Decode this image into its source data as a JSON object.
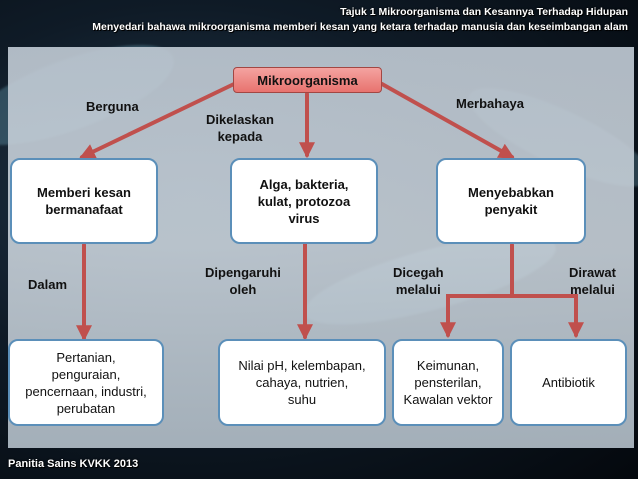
{
  "header": {
    "line1": "Tajuk 1 Mikroorganisma dan Kesannya Terhadap Hidupan",
    "line2": "Menyedari bahawa mikroorganisma memberi kesan yang ketara terhadap manusia dan keseimbangan alam"
  },
  "diagram": {
    "root": "Mikroorganisma",
    "edges": {
      "berguna": "Berguna",
      "dikelaskan": [
        "Dikelaskan",
        "kepada"
      ],
      "merbahaya": "Merbahaya",
      "dalam": "Dalam",
      "dipengaruhi": [
        "Dipengaruhi",
        "oleh"
      ],
      "dicegah": [
        "Dicegah",
        "melalui"
      ],
      "dirawat": [
        "Dirawat",
        "melalui"
      ]
    },
    "level1": {
      "left": [
        "Memberi kesan",
        "bermanafaat"
      ],
      "center": [
        "Alga, bakteria,",
        "kulat, protozoa",
        "virus"
      ],
      "right": [
        "Menyebabkan",
        "penyakit"
      ]
    },
    "level2": {
      "pertanian": [
        "Pertanian,",
        "penguraian,",
        "pencernaan, industri,",
        "perubatan"
      ],
      "faktor": [
        "Nilai pH, kelembapan,",
        "cahaya, nutrien,",
        "suhu"
      ],
      "keimunan": [
        "Keimunan,",
        "pensterilan,",
        "Kawalan vektor"
      ],
      "antibiotik": "Antibiotik"
    }
  },
  "footer": "Panitia Sains KVKK  2013",
  "colors": {
    "arrow": "#c0504d",
    "box_border": "#5b8fb9",
    "root_fill": "#e8736f"
  }
}
